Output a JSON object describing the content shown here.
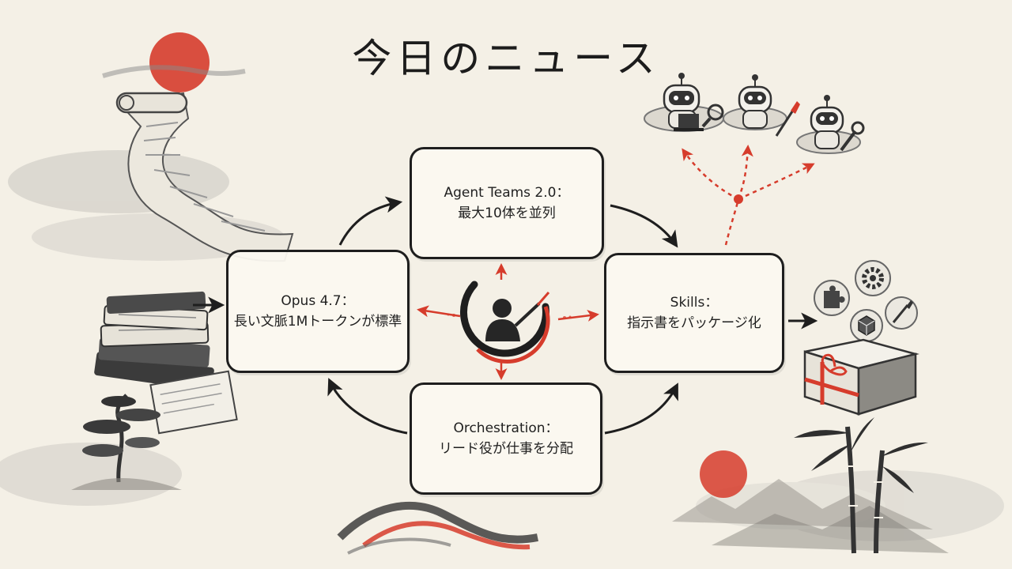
{
  "title": "今日のニュース",
  "nodes": [
    {
      "id": "agent-teams",
      "line1": "Agent Teams 2.0：",
      "line2": "最大10体を並列"
    },
    {
      "id": "opus",
      "line1": "Opus 4.7：",
      "line2": "長い文脈1Mトークンが標準"
    },
    {
      "id": "skills",
      "line1": "Skills：",
      "line2": "指示書をパッケージ化"
    },
    {
      "id": "orchestration",
      "line1": "Orchestration：",
      "line2": "リード役が仕事を分配"
    }
  ],
  "colors": {
    "ink": "#1e1e1e",
    "accent_red": "#d63c2c",
    "paper": "#f4f0e6"
  },
  "icons": [
    "sun-icon",
    "scroll-icon",
    "books-icon",
    "papers-icon",
    "pine-tree-icon",
    "conductor-icon",
    "robot-icon",
    "magnifier-icon",
    "laptop-icon",
    "paintbrush-icon",
    "wrench-icon",
    "puzzle-icon",
    "gear-icon",
    "cube-icon",
    "gift-box-icon",
    "bamboo-icon",
    "mountain-icon",
    "wave-icon"
  ]
}
